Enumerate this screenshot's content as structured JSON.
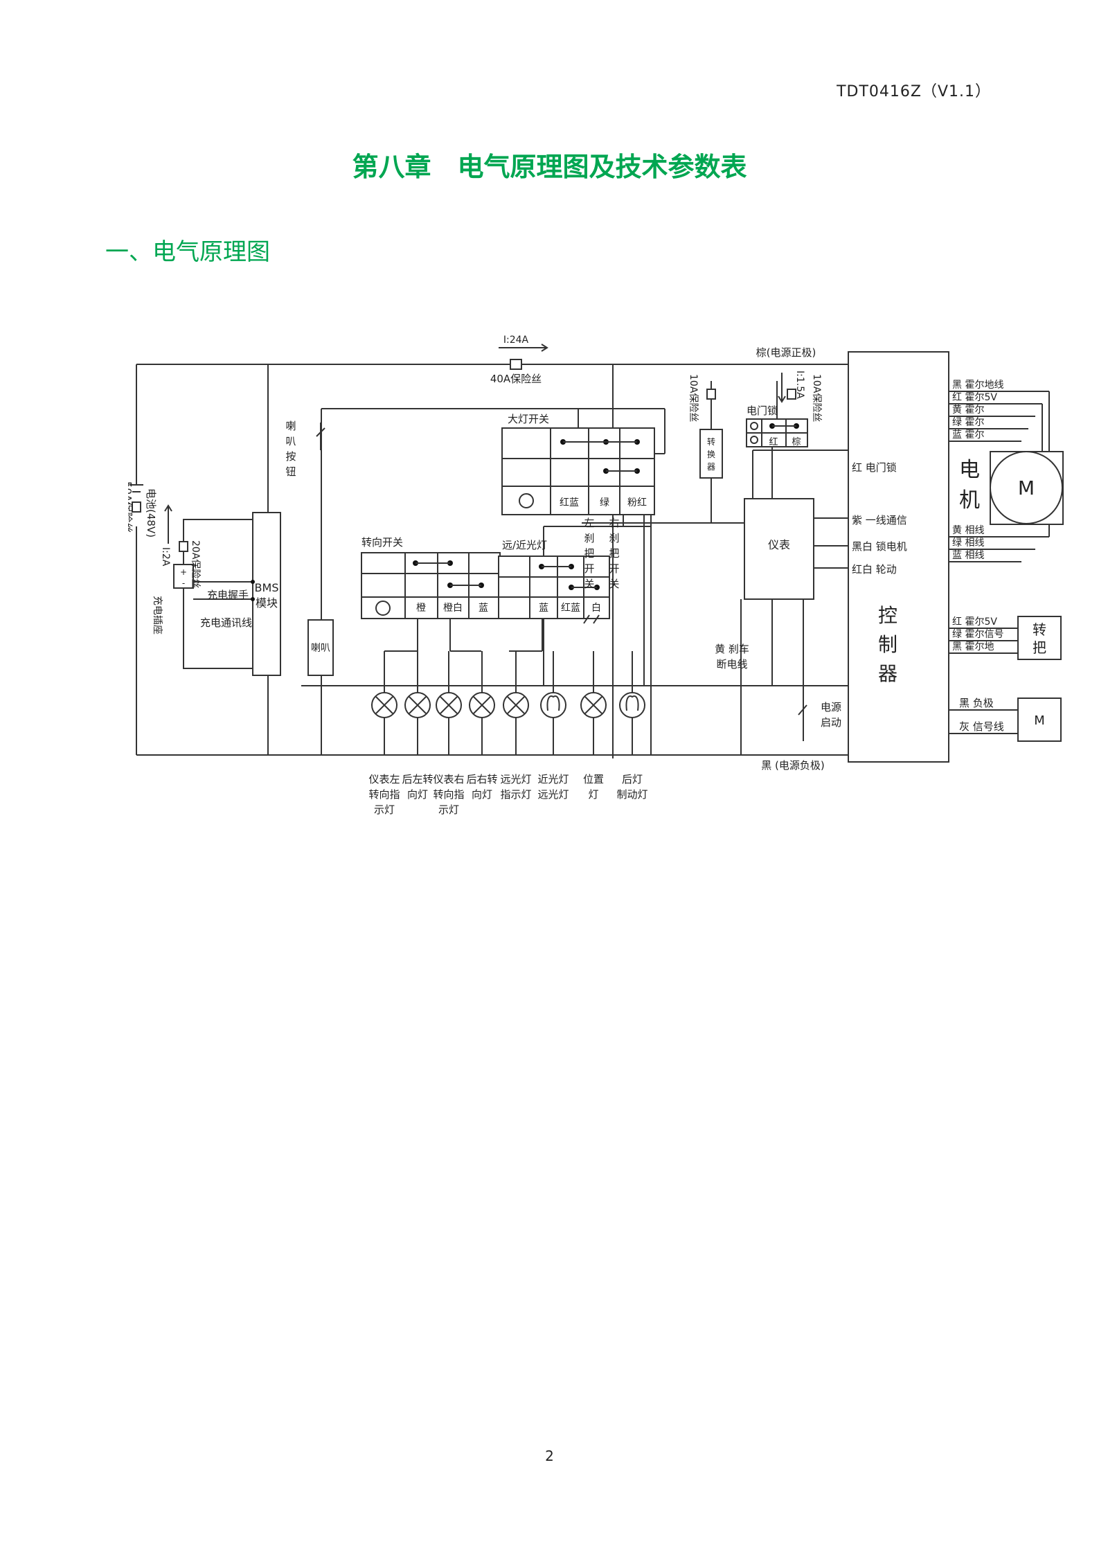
{
  "header": {
    "doc_code": "TDT0416Z（V1.1）"
  },
  "chapter_title": "第八章　电气原理图及技术参数表",
  "section_title": "一、电气原理图",
  "page_number": "2",
  "diagram": {
    "fuse_main_current": "I:24A",
    "fuse_main_label": "40A保险丝",
    "battery_label": "电池(48V)",
    "battery_fuse_label": "50A保险丝",
    "charge_fuse_label": "20A保险丝",
    "charge_current": "I:2A",
    "charge_port_label": "充电插座",
    "charge_handle_label": "充电握手",
    "charge_comm_label": "充电通讯线",
    "bms_label": [
      "BMS",
      "模块"
    ],
    "horn_button_label": [
      "喇",
      "叭",
      "按",
      "钮"
    ],
    "horn_label": "喇叭",
    "brown_power_positive": "棕(电源正极)",
    "fuse_10a_label": "10A保险丝",
    "fuse_10a_label_2": "10A保险丝",
    "lock_current": "I:1.5A",
    "door_lock_label": "电门锁",
    "door_lock_wire_red": "红",
    "door_lock_wire_brown": "棕",
    "converter_label": [
      "转",
      "换",
      "器"
    ],
    "headlight_switch_label": "大灯开关",
    "headlight_wires": [
      "红蓝",
      "绿",
      "粉红"
    ],
    "turn_switch_label": "转向开关",
    "turn_wires": [
      "橙",
      "橙白",
      "蓝"
    ],
    "beam_switch_label": "远/近光灯",
    "beam_wires": [
      "蓝",
      "红蓝",
      "白"
    ],
    "left_brake_switch": [
      "左",
      "刹",
      "把",
      "开",
      "关"
    ],
    "right_brake_switch": [
      "右",
      "刹",
      "把",
      "开",
      "关"
    ],
    "meter_label": "仪表",
    "brake_cut_label": [
      "黄 刹车",
      "断电线"
    ],
    "power_start_label": [
      "电源",
      "启动"
    ],
    "black_power_negative": "黑 (电源负极)",
    "controller_label": [
      "控",
      "制",
      "器"
    ],
    "controller_left_wires": [
      "红 电门锁",
      "紫 一线通信",
      "黑白 锁电机",
      "红白 轮动"
    ],
    "motor_label": [
      "电",
      "机"
    ],
    "motor_symbol": "M",
    "motor_hall_wires": [
      "黑 霍尔地线",
      "红 霍尔5V",
      "黄 霍尔",
      "绿 霍尔",
      "蓝 霍尔"
    ],
    "motor_phase_wires": [
      "黄 相线",
      "绿 相线",
      "蓝 相线"
    ],
    "throttle_wires": [
      "红 霍尔5V",
      "绿 霍尔信号",
      "黑 霍尔地"
    ],
    "throttle_label": [
      "转",
      "把"
    ],
    "lock_motor_wires": [
      "黑 负极",
      "灰 信号线"
    ],
    "lock_motor_symbol": "M",
    "lamp_labels": [
      [
        "仪表左",
        "转向指",
        "示灯"
      ],
      [
        "后左转",
        "向灯"
      ],
      [
        "仪表右",
        "转向指",
        "示灯"
      ],
      [
        "后右转",
        "向灯"
      ],
      [
        "远光灯",
        "指示灯"
      ],
      [
        "近光灯",
        "远光灯"
      ],
      [
        "位置",
        "灯"
      ],
      [
        "后灯",
        "制动灯"
      ]
    ]
  }
}
